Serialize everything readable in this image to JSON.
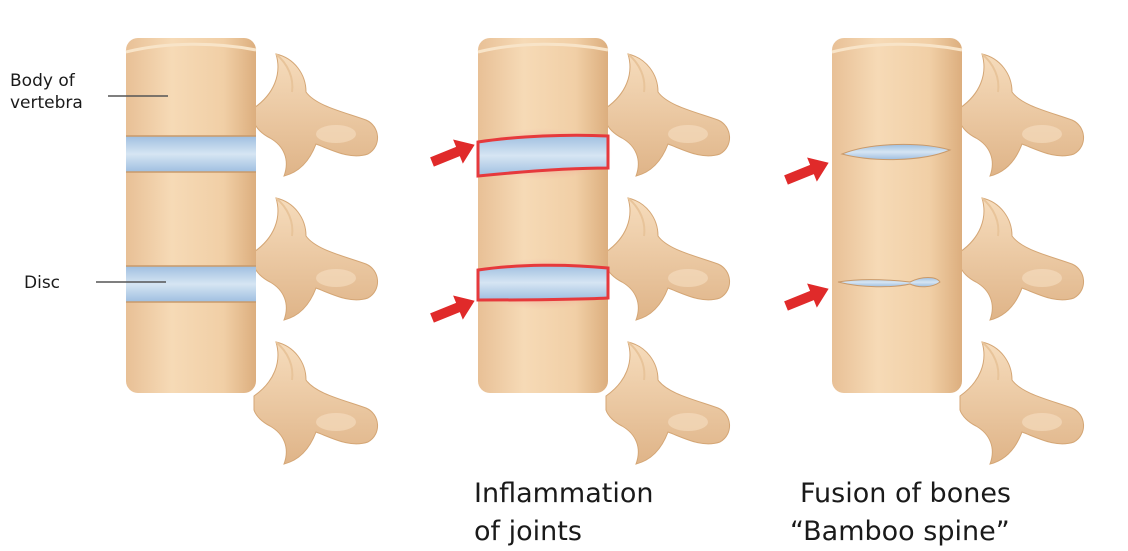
{
  "labels": {
    "body_of_vertebra_line1": "Body of",
    "body_of_vertebra_line2": "vertebra",
    "disc": "Disc"
  },
  "captions": {
    "inflammation_line1": "Inflammation",
    "inflammation_line2": "of joints",
    "fusion_line1": "Fusion of bones",
    "fusion_line2": "“Bamboo spine”"
  },
  "colors": {
    "bone": "#f1cfa6",
    "bone_shadow": "#dcae7e",
    "disc": "#bcd3ea",
    "disc_edge": "#8fb2d8",
    "inflammation": "#e6393c",
    "arrow": "#e02a2a"
  }
}
